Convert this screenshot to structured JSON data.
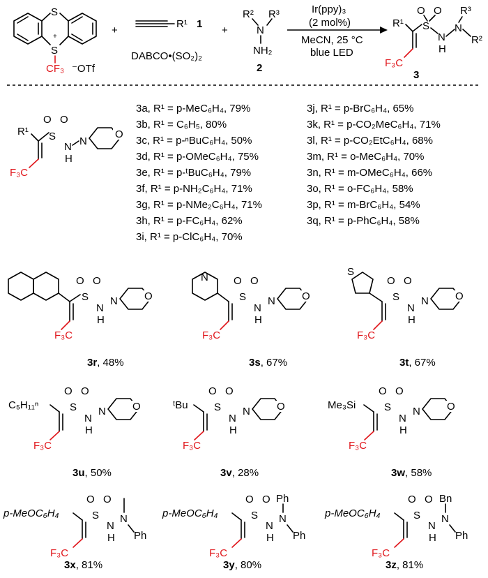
{
  "reaction": {
    "reagent1_label": "1",
    "reagent1_group": "R¹",
    "additive": "DABCO•(SO₂)₂",
    "reagent2_label": "2",
    "counterion": "⁻OTf",
    "cf3": "CF₃",
    "catalyst": "Ir(ppy)₃",
    "loading": "(2 mol%)",
    "solvent": "MeCN, 25 °C",
    "light": "blue LED",
    "product_label": "3"
  },
  "table": {
    "left": [
      "3a, R¹ = p-MeC₆H₄, 79%",
      "3b, R¹ = C₆H₅, 80%",
      "3c, R¹ = p-ⁿBuC₆H₄, 50%",
      "3d, R¹ = p-OMeC₆H₄, 75%",
      "3e, R¹ = p-ᵗBuC₆H₄, 79%",
      "3f, R¹ = p-NH₂C₆H₄, 71%",
      "3g, R¹ = p-NMe₂C₆H₄, 71%",
      "3h, R¹ = p-FC₆H₄, 62%",
      "3i, R¹ = p-ClC₆H₄, 70%"
    ],
    "right": [
      "3j, R¹ = p-BrC₆H₄, 65%",
      "3k, R¹ = p-CO₂MeC₆H₄, 71%",
      "3l, R¹ = p-CO₂EtC₆H₄, 68%",
      "3m, R¹ = o-MeC₆H₄, 70%",
      "3n, R¹ = m-OMeC₆H₄, 66%",
      "3o, R¹ = o-FC₆H₄, 58%",
      "3p, R¹ = m-BrC₆H₄, 54%",
      "3q, R¹ = p-PhC₆H₄, 58%"
    ]
  },
  "compounds": [
    {
      "id": "3r",
      "yield": ", 48%"
    },
    {
      "id": "3s",
      "yield": ", 67%"
    },
    {
      "id": "3t",
      "yield": ", 67%"
    },
    {
      "id": "3u",
      "yield": ", 50%",
      "sub": "C₅H₁₁ⁿ"
    },
    {
      "id": "3v",
      "yield": ", 28%",
      "sub": "ᵗBu"
    },
    {
      "id": "3w",
      "yield": ", 58%",
      "sub": "Me₃Si"
    },
    {
      "id": "3x",
      "yield": ", 81%",
      "sub": "p-MeOC₆H₄",
      "amine": "Ph"
    },
    {
      "id": "3y",
      "yield": ", 80%",
      "sub": "p-MeOC₆H₄",
      "amine": "Ph",
      "amine2": "Ph"
    },
    {
      "id": "3z",
      "yield": ", 81%",
      "sub": "p-MeOC₆H₄",
      "amine": "Bn",
      "amine2": "Ph"
    }
  ],
  "atoms": {
    "S": "S",
    "O": "O",
    "N": "N",
    "H": "H",
    "F3C": "F₃C",
    "NH2": "NH₂",
    "R1": "R¹",
    "R2": "R²",
    "R3": "R³"
  }
}
